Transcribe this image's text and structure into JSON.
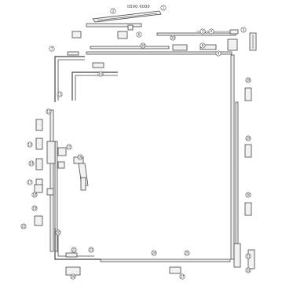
{
  "header": {
    "title": "0000 0000"
  },
  "callouts": [
    {
      "id": "c1",
      "label": "1"
    },
    {
      "id": "c2",
      "label": "2"
    },
    {
      "id": "c3",
      "label": "3"
    },
    {
      "id": "c4",
      "label": "4"
    },
    {
      "id": "c5",
      "label": "5"
    },
    {
      "id": "c6",
      "label": "6"
    },
    {
      "id": "c7",
      "label": "7"
    },
    {
      "id": "c8",
      "label": "8"
    },
    {
      "id": "c9",
      "label": "9"
    },
    {
      "id": "c10",
      "label": "10"
    },
    {
      "id": "c11",
      "label": "11"
    },
    {
      "id": "c12",
      "label": "12"
    },
    {
      "id": "c13",
      "label": "13"
    },
    {
      "id": "c14",
      "label": "14"
    },
    {
      "id": "c15",
      "label": "15"
    },
    {
      "id": "c16",
      "label": "16"
    },
    {
      "id": "c17",
      "label": "17"
    },
    {
      "id": "c18",
      "label": "18"
    },
    {
      "id": "c19",
      "label": "19"
    },
    {
      "id": "c20",
      "label": "20"
    },
    {
      "id": "c21",
      "label": "21"
    },
    {
      "id": "c22",
      "label": "22"
    },
    {
      "id": "c23",
      "label": "23"
    },
    {
      "id": "c24",
      "label": "24"
    },
    {
      "id": "c25",
      "label": "25"
    },
    {
      "id": "c26",
      "label": "26"
    },
    {
      "id": "c27",
      "label": "27"
    },
    {
      "id": "c28",
      "label": "28"
    },
    {
      "id": "c29",
      "label": "29"
    },
    {
      "id": "c30",
      "label": "30"
    },
    {
      "id": "c31",
      "label": "31"
    },
    {
      "id": "c32",
      "label": "32"
    },
    {
      "id": "c33",
      "label": "33"
    },
    {
      "id": "c34",
      "label": "34"
    }
  ]
}
